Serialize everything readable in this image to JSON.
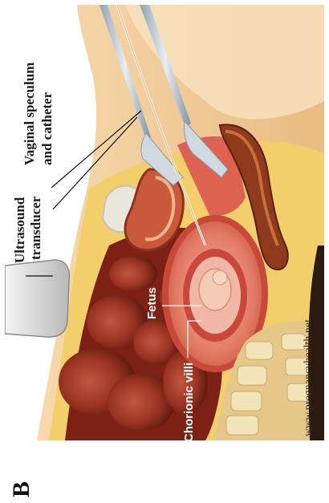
{
  "panel_letter": "B",
  "labels": {
    "ultrasound_line1": "Ultrasound",
    "ultrasound_line2": "transducer",
    "speculum_line1": "Vaginal speculum",
    "speculum_line2": "and catheter",
    "fetus": "Fetus",
    "chorionic_villi": "Chorionic villi",
    "website": "www.pregnancyhealth.net"
  },
  "colors": {
    "skin": "#f2cf9e",
    "tissue": "#c0392b",
    "uterus": "#e0806a",
    "bone": "#f3e3b8",
    "bowel": "#8e2a1c"
  }
}
